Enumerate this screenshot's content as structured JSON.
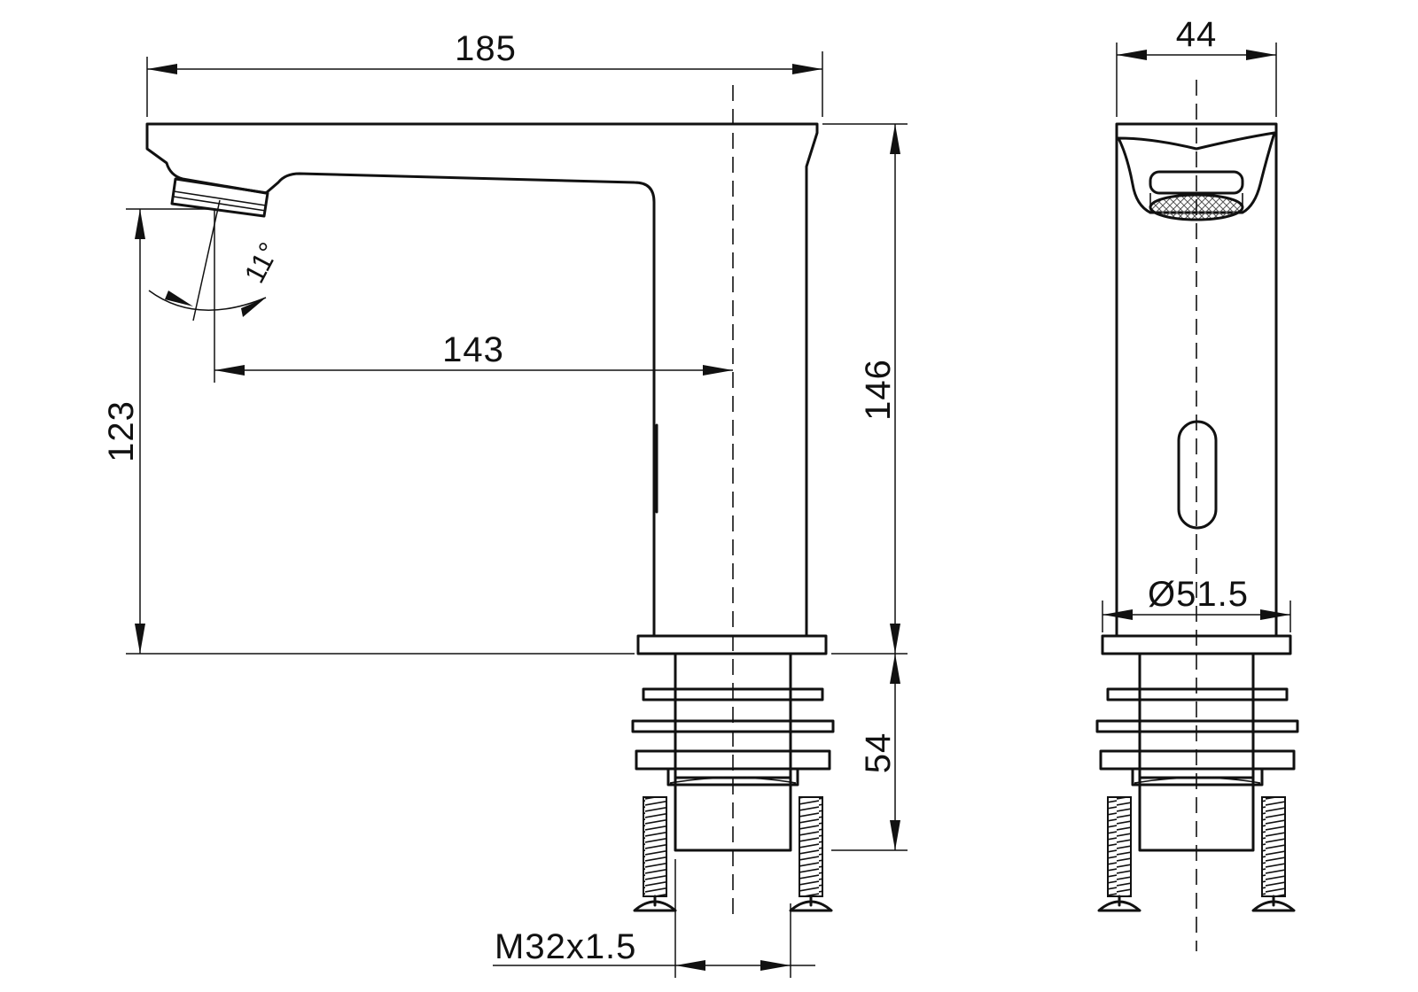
{
  "dimensions": {
    "overall_length": "185",
    "reach": "143",
    "spout_height": "123",
    "body_height": "146",
    "shank_length": "54",
    "thread": "M32x1.5",
    "depth": "44",
    "base_diameter": "Ø51.5",
    "spout_angle": "11°"
  },
  "colors": {
    "line": "#111111",
    "background": "#ffffff"
  }
}
